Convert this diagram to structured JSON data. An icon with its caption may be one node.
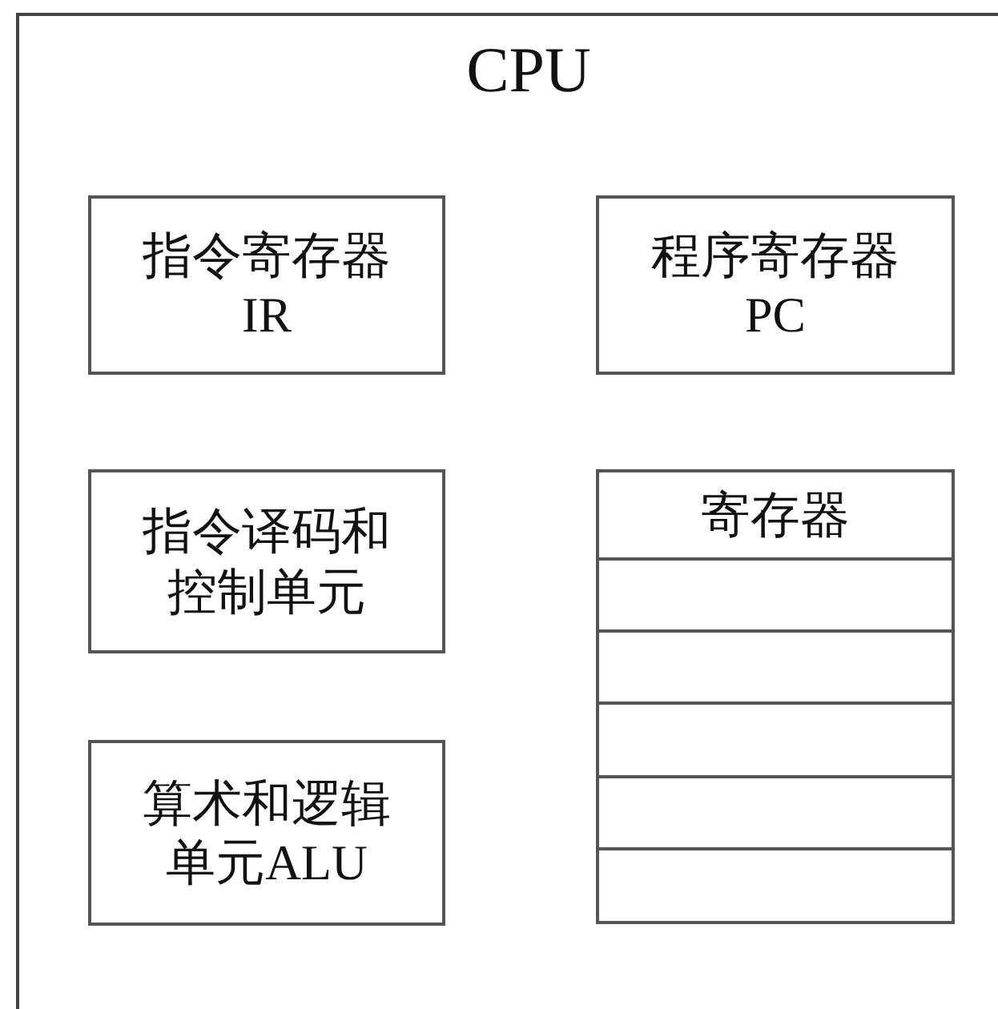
{
  "diagram": {
    "nodes": [
      {
        "text": [
          "CPU"
        ]
      },
      {
        "text": [
          "指令寄存器",
          "IR"
        ],
        "in": 0
      },
      {
        "text": [
          "程序寄存器",
          "PC"
        ],
        "in": 0
      },
      {
        "text": [
          "指令译码和控制单元"
        ],
        "in": 0
      },
      {
        "text": [
          "寄存器"
        ],
        "in": 0
      },
      {
        "text": [],
        "shape": "box",
        "in": 4
      },
      {
        "text": [],
        "shape": "box",
        "in": 4
      },
      {
        "text": [],
        "shape": "box",
        "in": 4
      },
      {
        "text": [],
        "shape": "box",
        "in": 4
      },
      {
        "text": [],
        "shape": "box",
        "in": 4
      },
      {
        "text": [
          "算术和逻辑单元ALU"
        ],
        "in": 0
      }
    ]
  }
}
